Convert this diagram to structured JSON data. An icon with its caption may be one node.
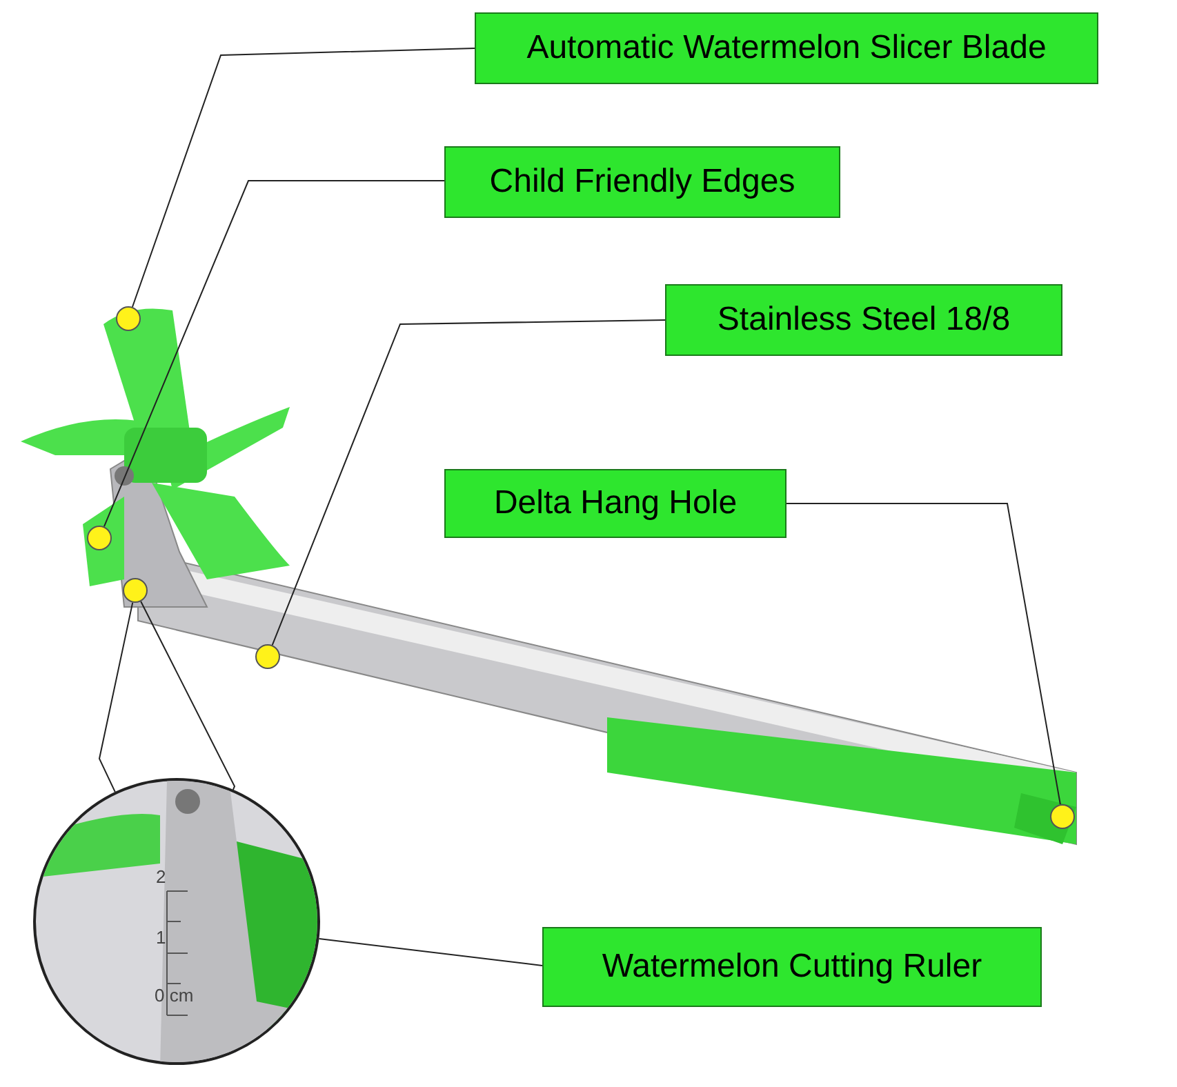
{
  "diagram": {
    "nodes": [
      {
        "text": [
          "Automatic Watermelon Slicer Blade"
        ]
      },
      {
        "text": [
          "Child Friendly Edges"
        ]
      },
      {
        "text": [
          "Stainless Steel 18/8"
        ]
      },
      {
        "text": [
          "Delta Hang Hole"
        ]
      },
      {
        "text": [
          "Watermelon Cutting Ruler"
        ]
      },
      {
        "text": [],
        "shape": "circle"
      },
      {
        "text": [],
        "shape": "circle"
      },
      {
        "text": [],
        "shape": "circle"
      },
      {
        "text": [],
        "shape": "circle"
      },
      {
        "text": [],
        "shape": "circle"
      },
      {
        "text": [],
        "shape": "picture"
      }
    ],
    "edges": [
      {
        "from": 0,
        "to": 5,
        "arrow": "none"
      },
      {
        "from": 1,
        "to": 6,
        "arrow": "none"
      },
      {
        "from": 2,
        "to": 8,
        "arrow": "none"
      },
      {
        "from": 3,
        "to": 9,
        "arrow": "none"
      },
      {
        "from": 7,
        "to": 10,
        "arrow": "none"
      },
      {
        "from": 7,
        "to": 10,
        "arrow": "none"
      },
      {
        "from": 4,
        "to": 10,
        "arrow": "none"
      }
    ],
    "labels": [
      "2",
      "1",
      "0 cm"
    ]
  }
}
